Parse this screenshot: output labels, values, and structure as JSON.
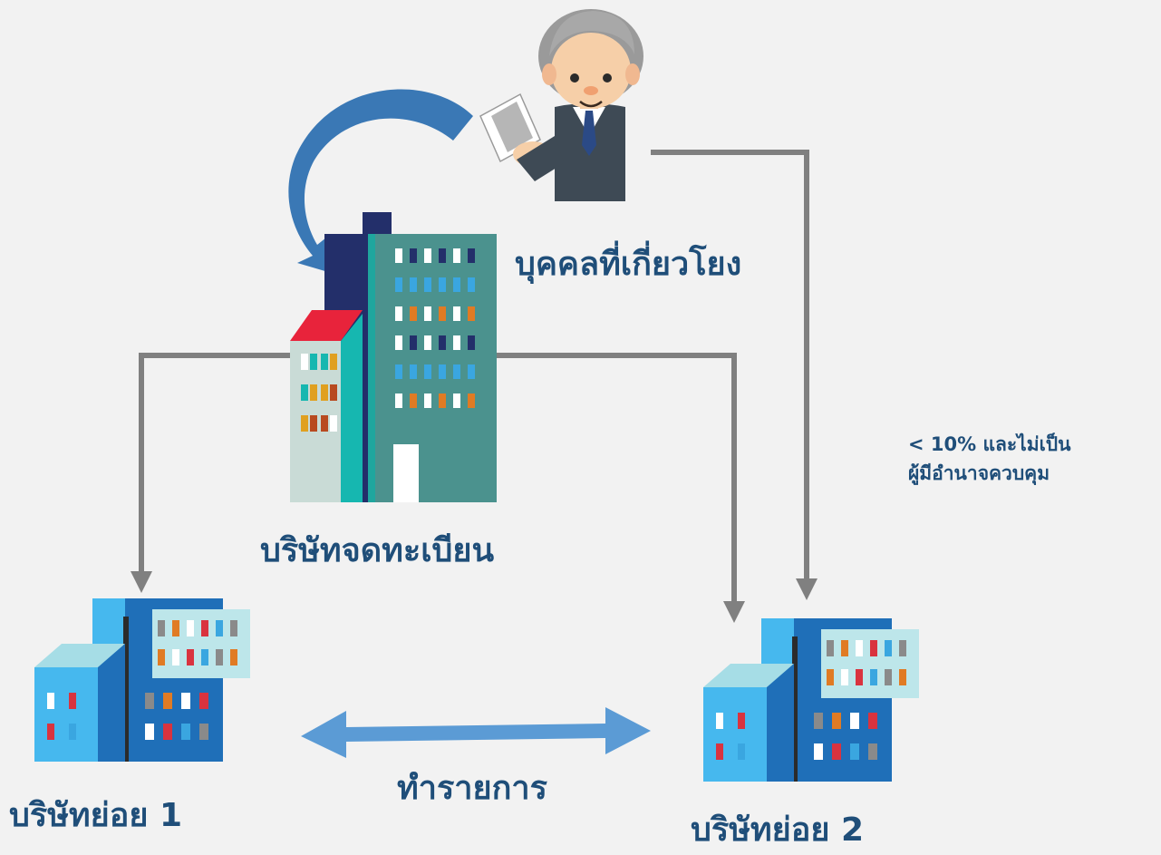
{
  "labels": {
    "related_person": "บุคคลที่เกี่ยวโยง",
    "listed_company": "บริษัทจดทะเบียน",
    "subsidiary_1": "บริษัทย่อย 1",
    "subsidiary_2": "บริษัทย่อย 2",
    "transaction": "ทำรายการ",
    "threshold_line1": "< 10% และไม่เป็น",
    "threshold_line2": "ผู้มีอำนาจควบคุม"
  },
  "colors": {
    "background": "#f2f2f2",
    "text": "#1f4e79",
    "connector": "#808080",
    "curved_arrow": "#3a78b5",
    "double_arrow": "#5b9bd5"
  },
  "icons": {
    "person": "businessman-holding-document-icon",
    "listed_company": "office-tower-icon",
    "subsidiary_1": "office-building-icon",
    "subsidiary_2": "office-building-icon"
  }
}
